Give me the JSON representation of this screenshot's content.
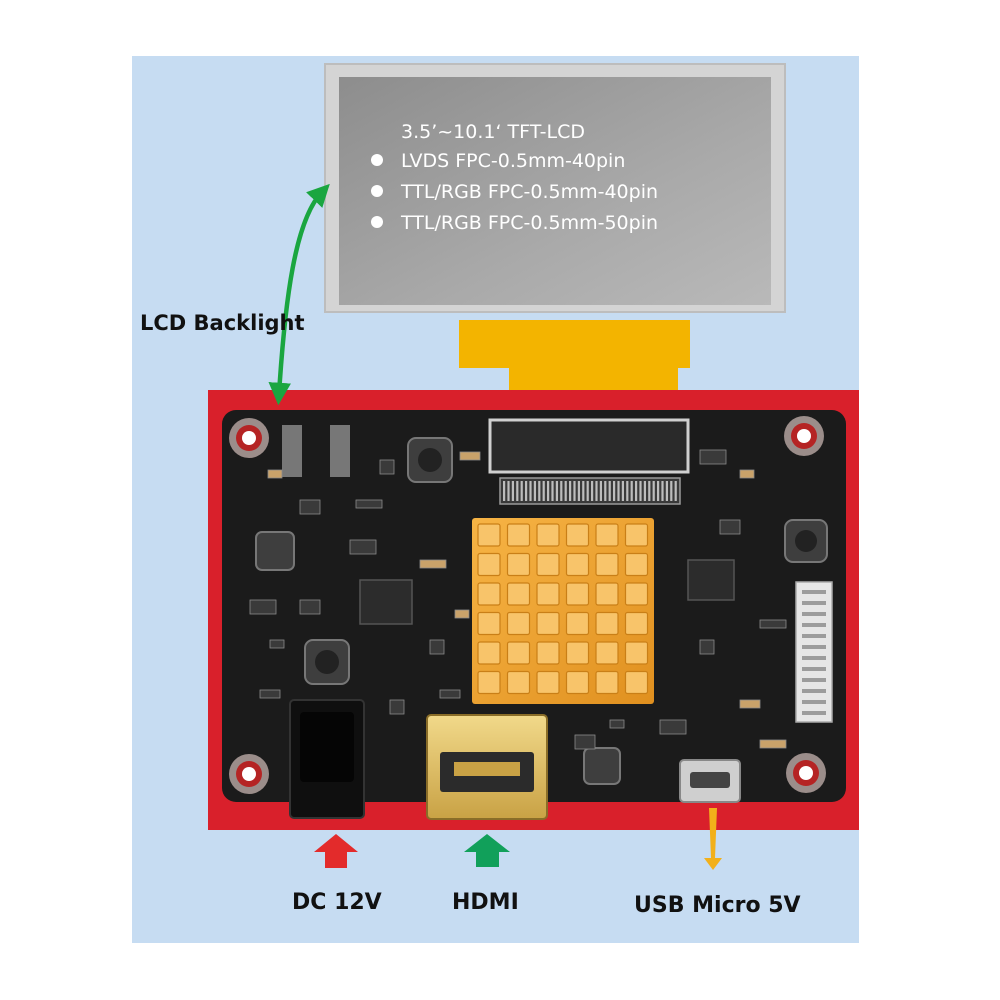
{
  "lcd": {
    "heading": "3.5’~10.1‘ TFT-LCD",
    "specs": [
      "LVDS  FPC-0.5mm-40pin",
      "TTL/RGB FPC-0.5mm-40pin",
      "TTL/RGB FPC-0.5mm-50pin"
    ]
  },
  "labels": {
    "backlight": "LCD Backlight",
    "power": "DC 12V",
    "hdmi": "HDMI",
    "usb": "USB Micro 5V"
  },
  "colors": {
    "background_panel": "#c6dcf2",
    "pcb_mat": "#d9202b",
    "board": "#1b1b1b",
    "heatsink": "#f2a632",
    "fpc": "#f3b400",
    "arrow_backlight": "#1aa640",
    "arrow_power": "#e32b2b",
    "arrow_hdmi": "#11a05a",
    "arrow_usb": "#f2b01a"
  }
}
